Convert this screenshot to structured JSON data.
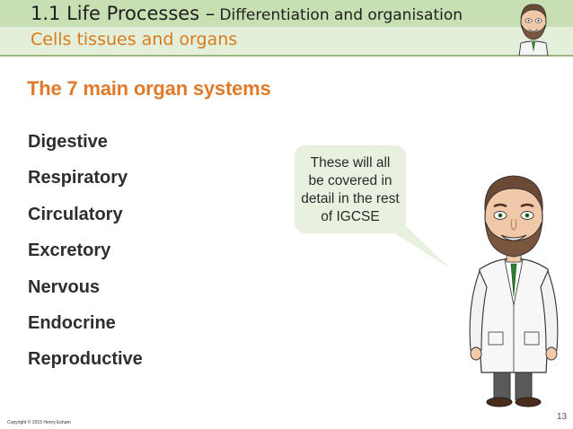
{
  "header": {
    "title_prefix": "1.1 Life Processes –",
    "title_suffix": "Differentiation and organisation",
    "subtitle": "Cells tissues and organs"
  },
  "content": {
    "heading": "The 7 main organ systems",
    "systems": [
      "Digestive",
      "Respiratory",
      "Circulatory",
      "Excretory",
      "Nervous",
      "Endocrine",
      "Reproductive"
    ]
  },
  "speech_bubble": {
    "lines": [
      "These will all",
      "be covered in",
      "detail in the rest",
      "of IGCSE"
    ]
  },
  "footer": {
    "copyright": "Copyright © 2015 Henry Exham",
    "page_number": "13"
  },
  "colors": {
    "header_top": "#c7dfb3",
    "header_bottom": "#e4efda",
    "subtitle": "#d97a1c",
    "heading": "#e07a2a",
    "bubble": "#e8f1df"
  },
  "icons": [
    "teacher-avatar-icon",
    "teacher-character-illustration"
  ]
}
